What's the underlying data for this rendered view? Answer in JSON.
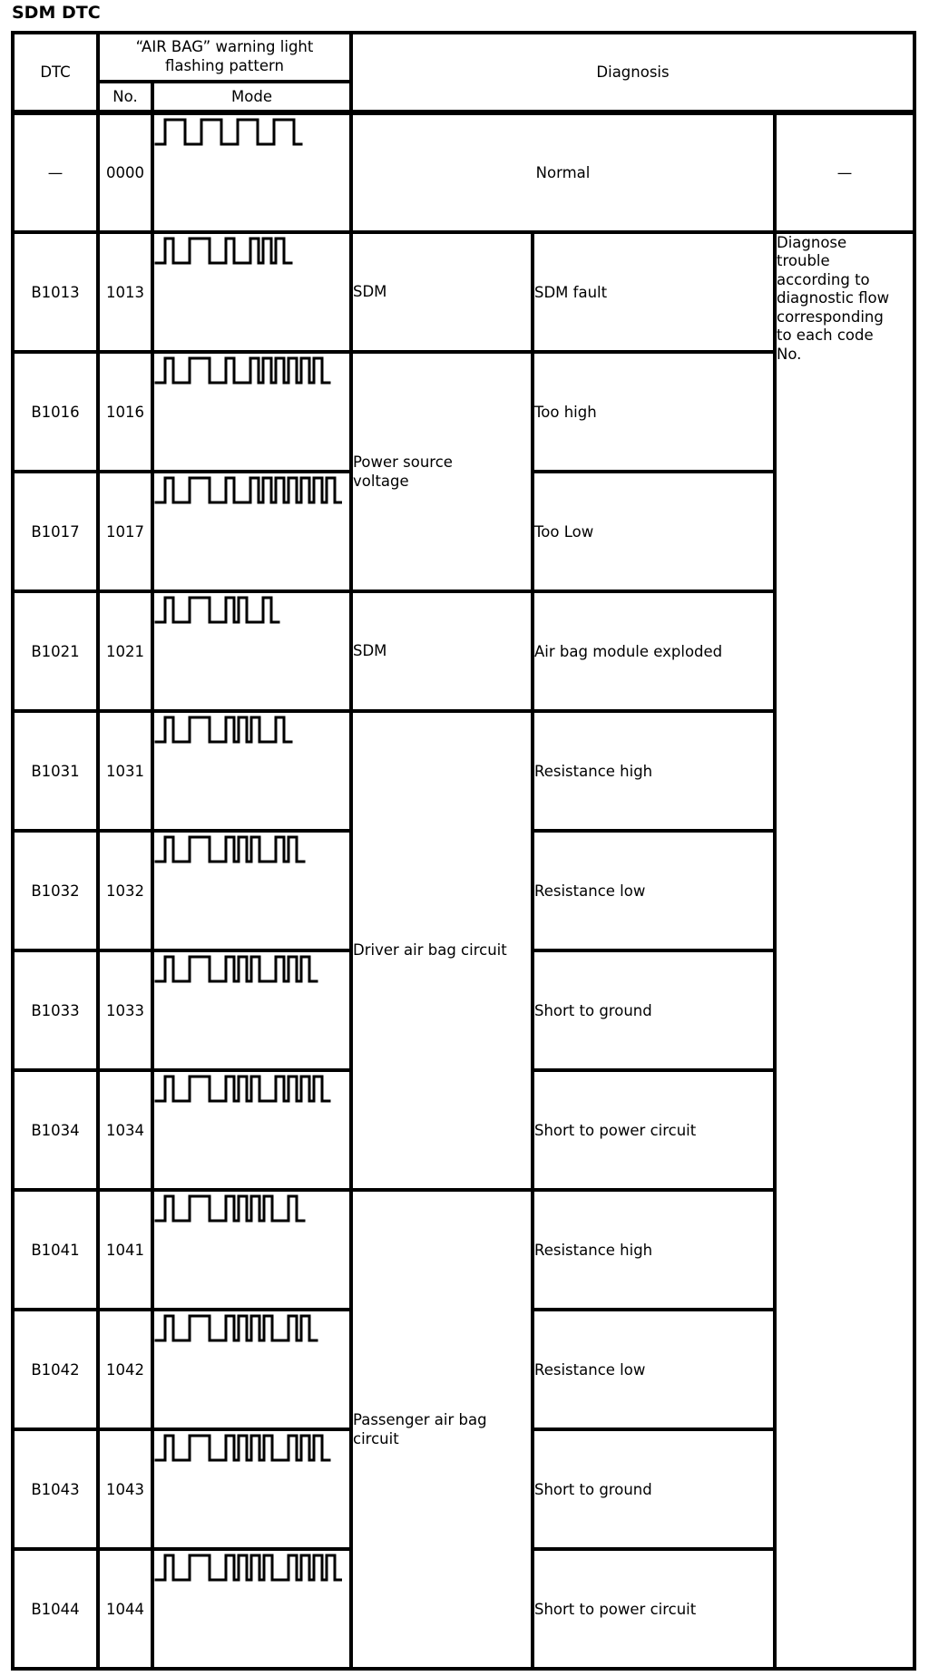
{
  "title": "SDM DTC",
  "header": {
    "dtc": "DTC",
    "pattern": "“AIR BAG” warning light\nflashing pattern",
    "no": "No.",
    "mode": "Mode",
    "diagnosis": "Diagnosis"
  },
  "action_note": "Diagnose\ntrouble\naccording to\ndiagnostic flow\ncorresponding\nto each code\nNo.",
  "rows": [
    {
      "dtc": "—",
      "no": "0000",
      "digits": [
        0,
        0,
        0,
        0
      ],
      "diagnosis": "Normal",
      "note": "—"
    },
    {
      "dtc": "B1013",
      "no": "1013",
      "digits": [
        1,
        0,
        1,
        3
      ],
      "system": "SDM",
      "detail": "SDM fault"
    },
    {
      "dtc": "B1016",
      "no": "1016",
      "digits": [
        1,
        0,
        1,
        6
      ],
      "system": "Power source\nvoltage",
      "detail": "Too high"
    },
    {
      "dtc": "B1017",
      "no": "1017",
      "digits": [
        1,
        0,
        1,
        7
      ],
      "detail": "Too Low"
    },
    {
      "dtc": "B1021",
      "no": "1021",
      "digits": [
        1,
        0,
        2,
        1
      ],
      "system": "SDM",
      "detail": "Air bag module exploded"
    },
    {
      "dtc": "B1031",
      "no": "1031",
      "digits": [
        1,
        0,
        3,
        1
      ],
      "system": "Driver air bag circuit",
      "detail": "Resistance high"
    },
    {
      "dtc": "B1032",
      "no": "1032",
      "digits": [
        1,
        0,
        3,
        2
      ],
      "detail": "Resistance low"
    },
    {
      "dtc": "B1033",
      "no": "1033",
      "digits": [
        1,
        0,
        3,
        3
      ],
      "detail": "Short to ground"
    },
    {
      "dtc": "B1034",
      "no": "1034",
      "digits": [
        1,
        0,
        3,
        4
      ],
      "detail": "Short to power circuit"
    },
    {
      "dtc": "B1041",
      "no": "1041",
      "digits": [
        1,
        0,
        4,
        1
      ],
      "system": "Passenger air bag\ncircuit",
      "detail": "Resistance high"
    },
    {
      "dtc": "B1042",
      "no": "1042",
      "digits": [
        1,
        0,
        4,
        2
      ],
      "detail": "Resistance low"
    },
    {
      "dtc": "B1043",
      "no": "1043",
      "digits": [
        1,
        0,
        4,
        3
      ],
      "detail": "Short to ground"
    },
    {
      "dtc": "B1044",
      "no": "1044",
      "digits": [
        1,
        0,
        4,
        4
      ],
      "detail": "Short to power circuit"
    }
  ]
}
